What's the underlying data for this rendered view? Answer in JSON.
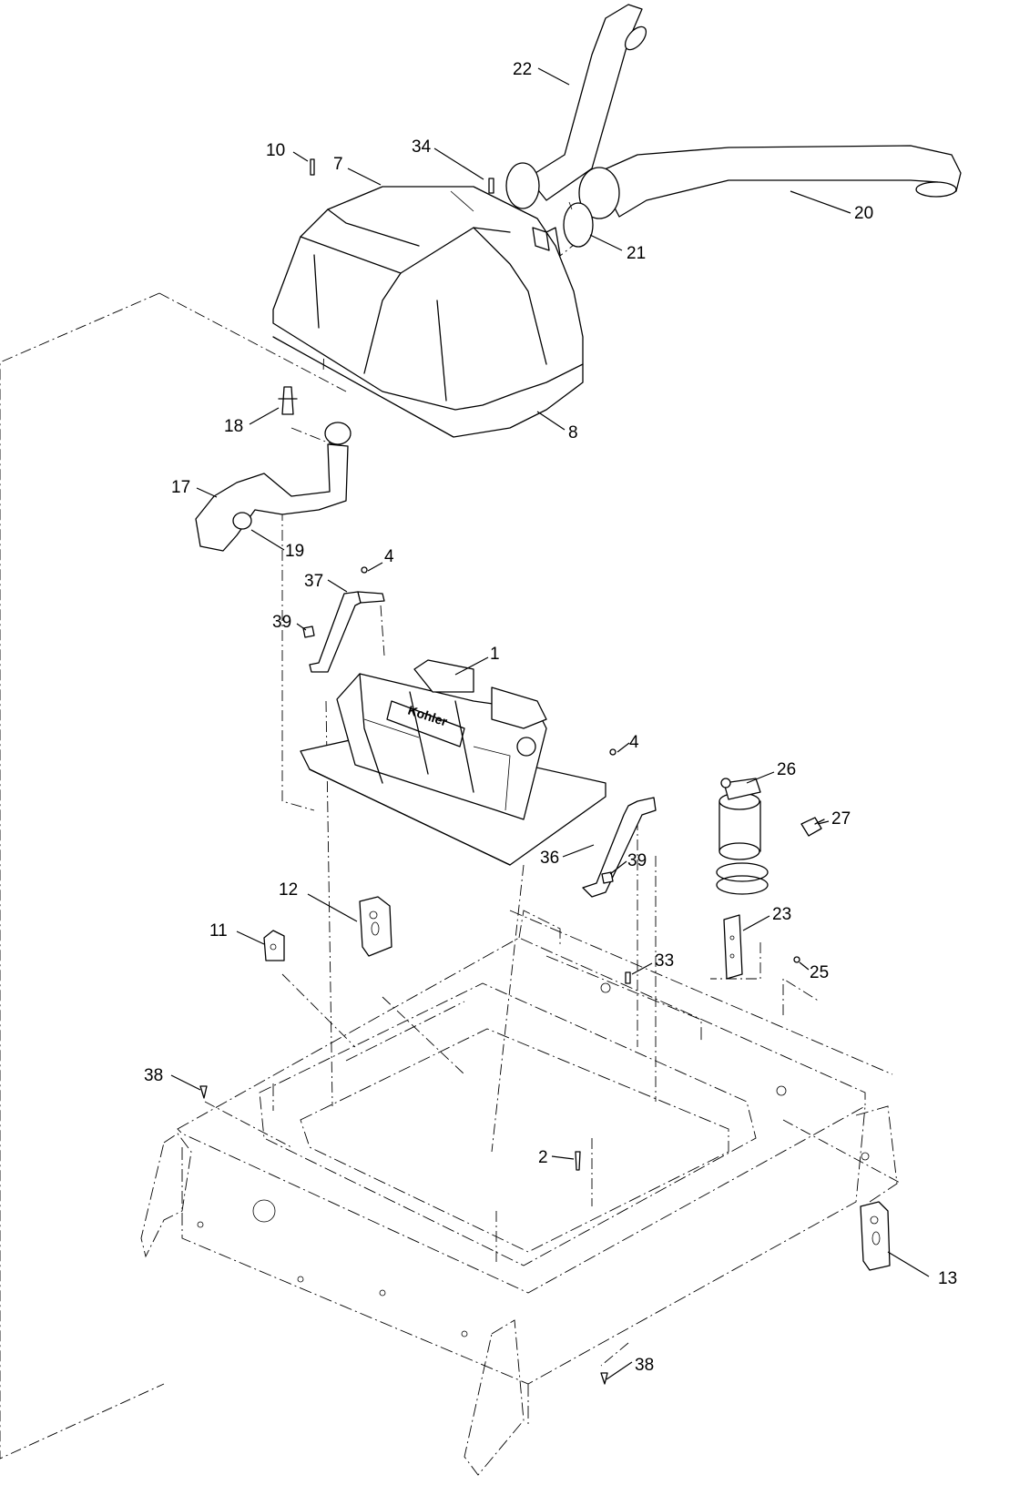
{
  "callouts": [
    {
      "id": "c22",
      "text": "22"
    },
    {
      "id": "c10",
      "text": "10"
    },
    {
      "id": "c7",
      "text": "7"
    },
    {
      "id": "c34",
      "text": "34"
    },
    {
      "id": "c20",
      "text": "20"
    },
    {
      "id": "c21",
      "text": "21"
    },
    {
      "id": "c8",
      "text": "8"
    },
    {
      "id": "c18",
      "text": "18"
    },
    {
      "id": "c17",
      "text": "17"
    },
    {
      "id": "c19",
      "text": "19"
    },
    {
      "id": "c4a",
      "text": "4"
    },
    {
      "id": "c37",
      "text": "37"
    },
    {
      "id": "c39a",
      "text": "39"
    },
    {
      "id": "c1",
      "text": "1"
    },
    {
      "id": "c4b",
      "text": "4"
    },
    {
      "id": "c26",
      "text": "26"
    },
    {
      "id": "c27",
      "text": "27"
    },
    {
      "id": "c36",
      "text": "36"
    },
    {
      "id": "c39b",
      "text": "39"
    },
    {
      "id": "c12",
      "text": "12"
    },
    {
      "id": "c11",
      "text": "11"
    },
    {
      "id": "c23",
      "text": "23"
    },
    {
      "id": "c33",
      "text": "33"
    },
    {
      "id": "c25",
      "text": "25"
    },
    {
      "id": "c38a",
      "text": "38"
    },
    {
      "id": "c2",
      "text": "2"
    },
    {
      "id": "c13",
      "text": "13"
    },
    {
      "id": "c38b",
      "text": "38"
    }
  ],
  "engine_brand": "Kohler"
}
